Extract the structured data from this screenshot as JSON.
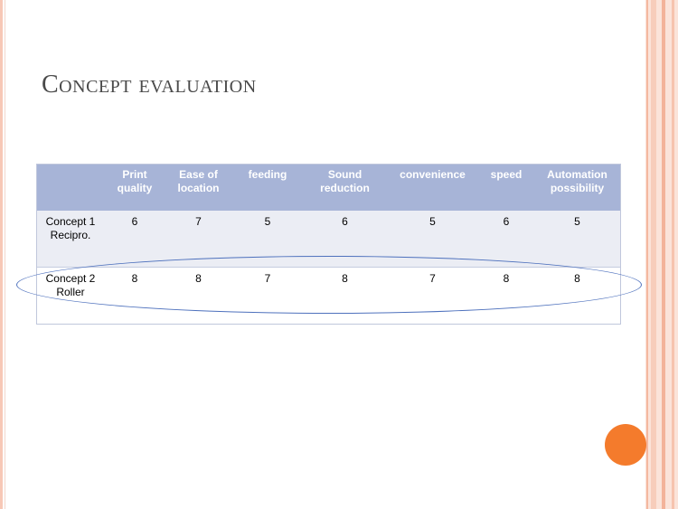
{
  "slide": {
    "title": "Concept evaluation"
  },
  "table": {
    "headers": [
      "",
      "Print quality",
      "Ease of location",
      "feeding",
      "Sound reduction",
      "convenience",
      "speed",
      "Automation possibility"
    ],
    "rows": [
      {
        "name_line1": "Concept 1",
        "name_line2": "Recipro.",
        "scores": [
          "6",
          "7",
          "5",
          "6",
          "5",
          "6",
          "5"
        ]
      },
      {
        "name_line1": "Concept 2",
        "name_line2": "Roller",
        "scores": [
          "8",
          "8",
          "7",
          "8",
          "7",
          "8",
          "8"
        ]
      }
    ]
  },
  "colors": {
    "header_background": "#a7b4d7",
    "row_alt_background": "#ebedf4",
    "highlight_ellipse": "#4e71bd",
    "accent_circle": "#f47b2c",
    "side_stripes": "#f7c8b6"
  }
}
